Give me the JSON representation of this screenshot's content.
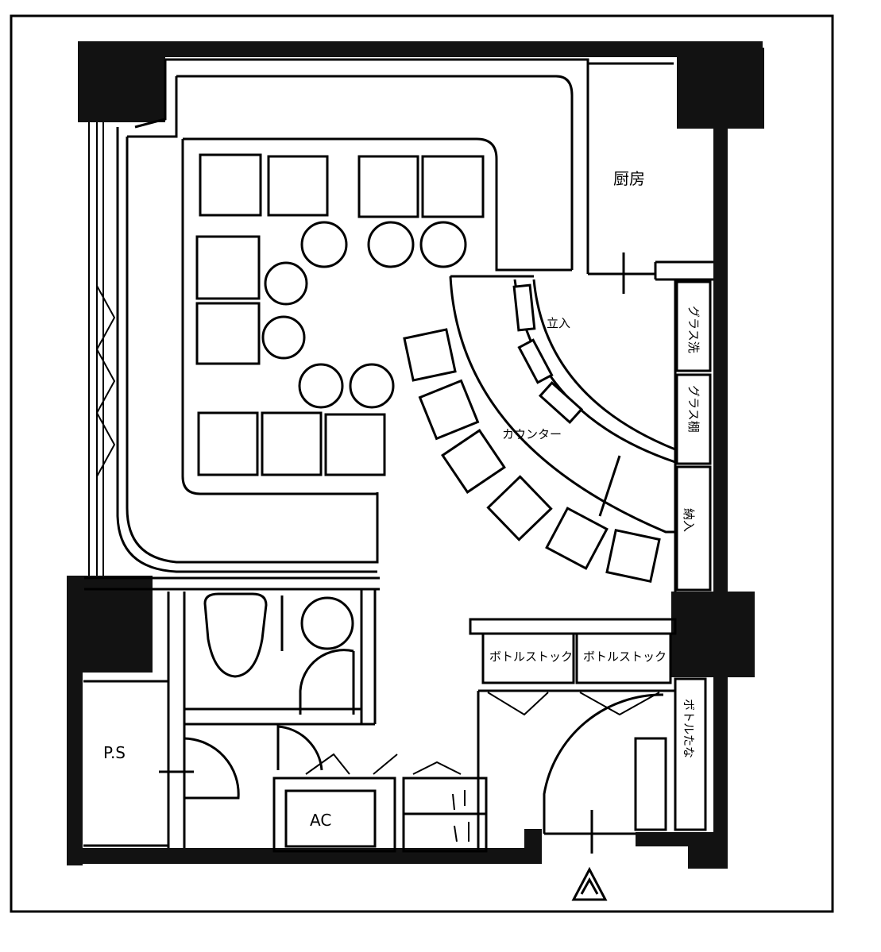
{
  "labels": {
    "kitchen": "厨房",
    "counter": "カウンター",
    "counter_in": "立入",
    "glass_wash": "グラス洗",
    "glass_cabinet": "グラス棚",
    "stock_in": "納入",
    "bottle_stock_left": "ボトルストック",
    "bottle_stock_right": "ボトルストック",
    "bottle_shelf": "ボトルたな",
    "ps": "P.S",
    "ac": "AC"
  },
  "colors": {
    "wall": "#121212",
    "line": "#000000",
    "paper": "#ffffff"
  },
  "icons": {
    "entrance": "entrance-arrow-icon"
  }
}
